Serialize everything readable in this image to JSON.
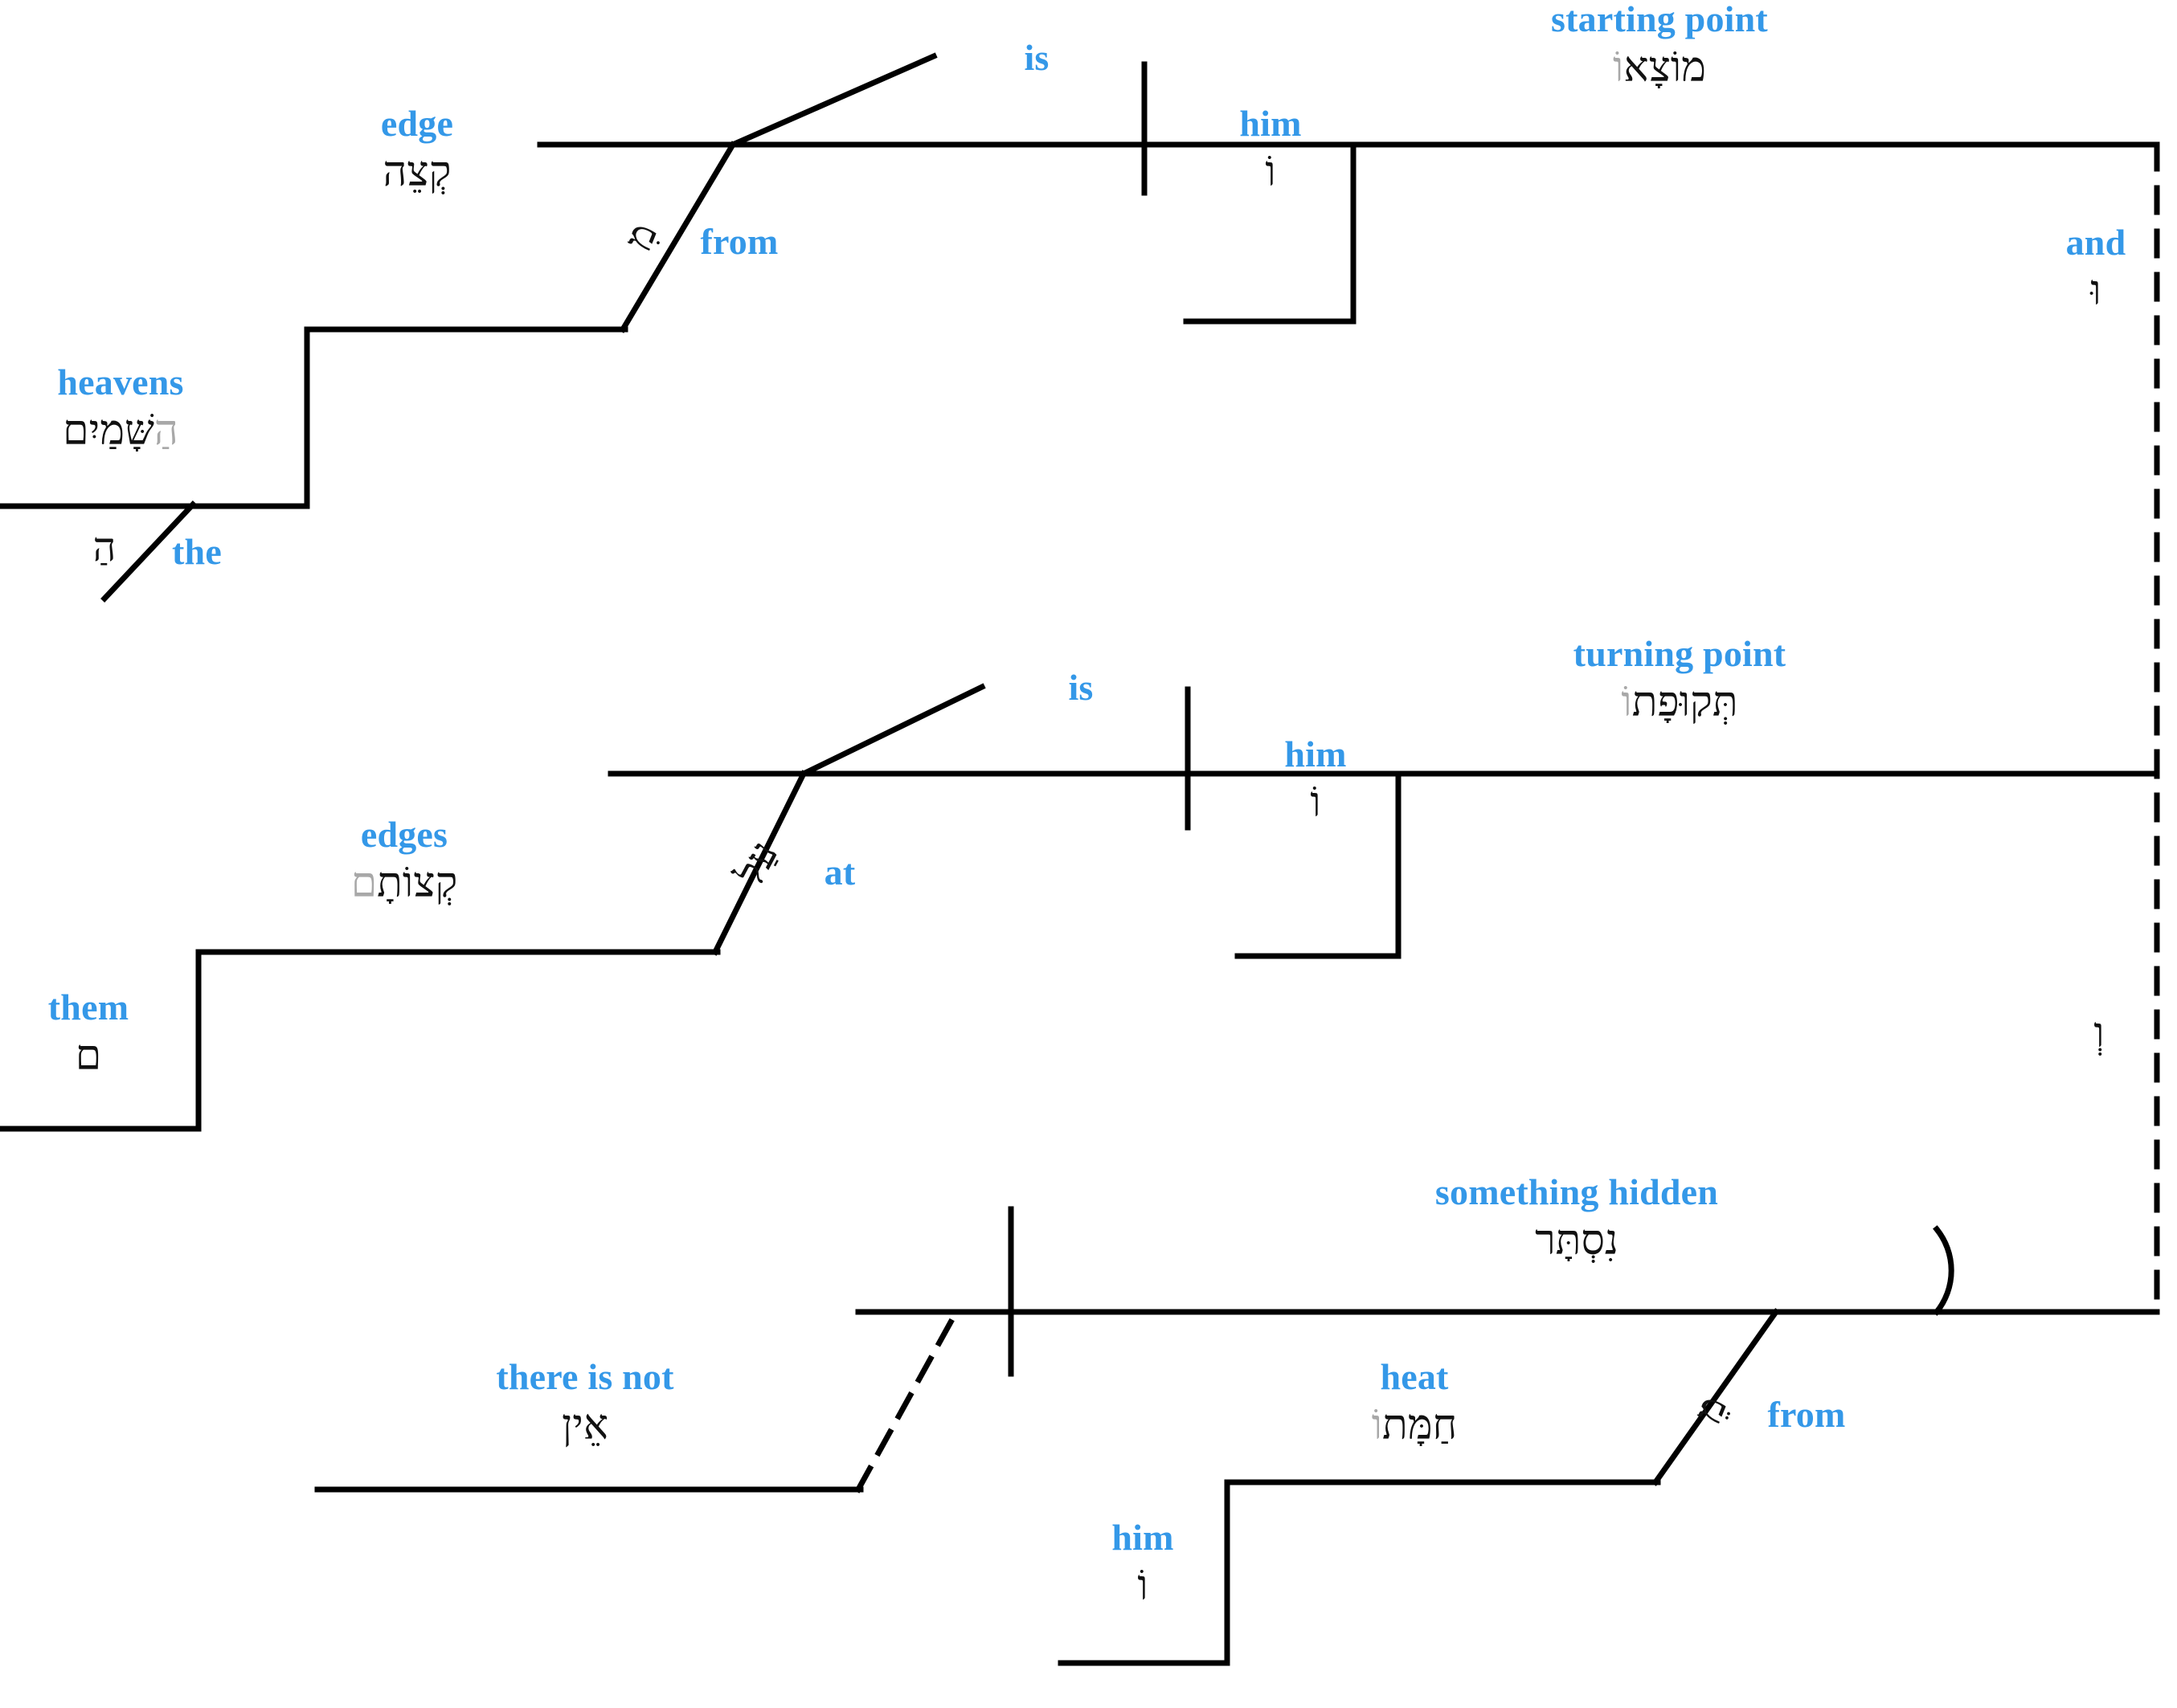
{
  "meta": {
    "diagram_type": "reed-kellogg-hebrew-sentence-diagram",
    "colors": {
      "gloss_blue": "#3498e8",
      "hebrew_black": "#111111",
      "hebrew_dim_gray": "#a8a8a8",
      "line_black": "#000000",
      "background": "#ffffff"
    }
  },
  "clauses": [
    {
      "id": "clause-1",
      "predicate": {
        "gloss": "is",
        "hebrew": ""
      },
      "subject": {
        "gloss": "starting point",
        "hebrew_main": "מוֹצָא",
        "hebrew_suffix": "וֹ"
      },
      "subject_modifier": {
        "gloss": "him",
        "hebrew": "וֹ"
      },
      "prep_phrase": {
        "preposition_gloss": "from",
        "preposition_hebrew": "מִ",
        "object_gloss": "edge",
        "object_hebrew": "קְצֵה"
      },
      "object_modifier": {
        "gloss": "heavens",
        "hebrew_article": "הַ",
        "hebrew_main": "שָּׁמַיִם",
        "article_gloss": "the",
        "article_hebrew": "הַ"
      }
    },
    {
      "id": "clause-2",
      "conjunction": {
        "gloss": "and",
        "hebrew": "וּ"
      },
      "predicate": {
        "gloss": "is",
        "hebrew": ""
      },
      "subject": {
        "gloss": "turning point",
        "hebrew_main": "תְּקוּפָת",
        "hebrew_suffix": "וֹ"
      },
      "subject_modifier": {
        "gloss": "him",
        "hebrew": "וֹ"
      },
      "prep_phrase": {
        "preposition_gloss": "at",
        "preposition_hebrew": "עַל",
        "object_gloss": "edges",
        "object_hebrew": "קְצוֹתָ",
        "object_suffix": "ם"
      },
      "object_modifier": {
        "gloss": "them",
        "hebrew": "ם"
      }
    },
    {
      "id": "clause-3",
      "conjunction": {
        "gloss": "",
        "hebrew": "וְ"
      },
      "predicate": {
        "gloss": "there is not",
        "hebrew": "אֵין"
      },
      "subject": {
        "gloss": "something hidden",
        "hebrew": "נִסְתָּר"
      },
      "prep_phrase": {
        "preposition_gloss": "from",
        "preposition_hebrew": "מֵ",
        "object_gloss": "heat",
        "object_hebrew": "חַמָּת",
        "object_suffix": "וֹ"
      },
      "object_modifier": {
        "gloss": "him",
        "hebrew": "וֹ"
      }
    }
  ]
}
